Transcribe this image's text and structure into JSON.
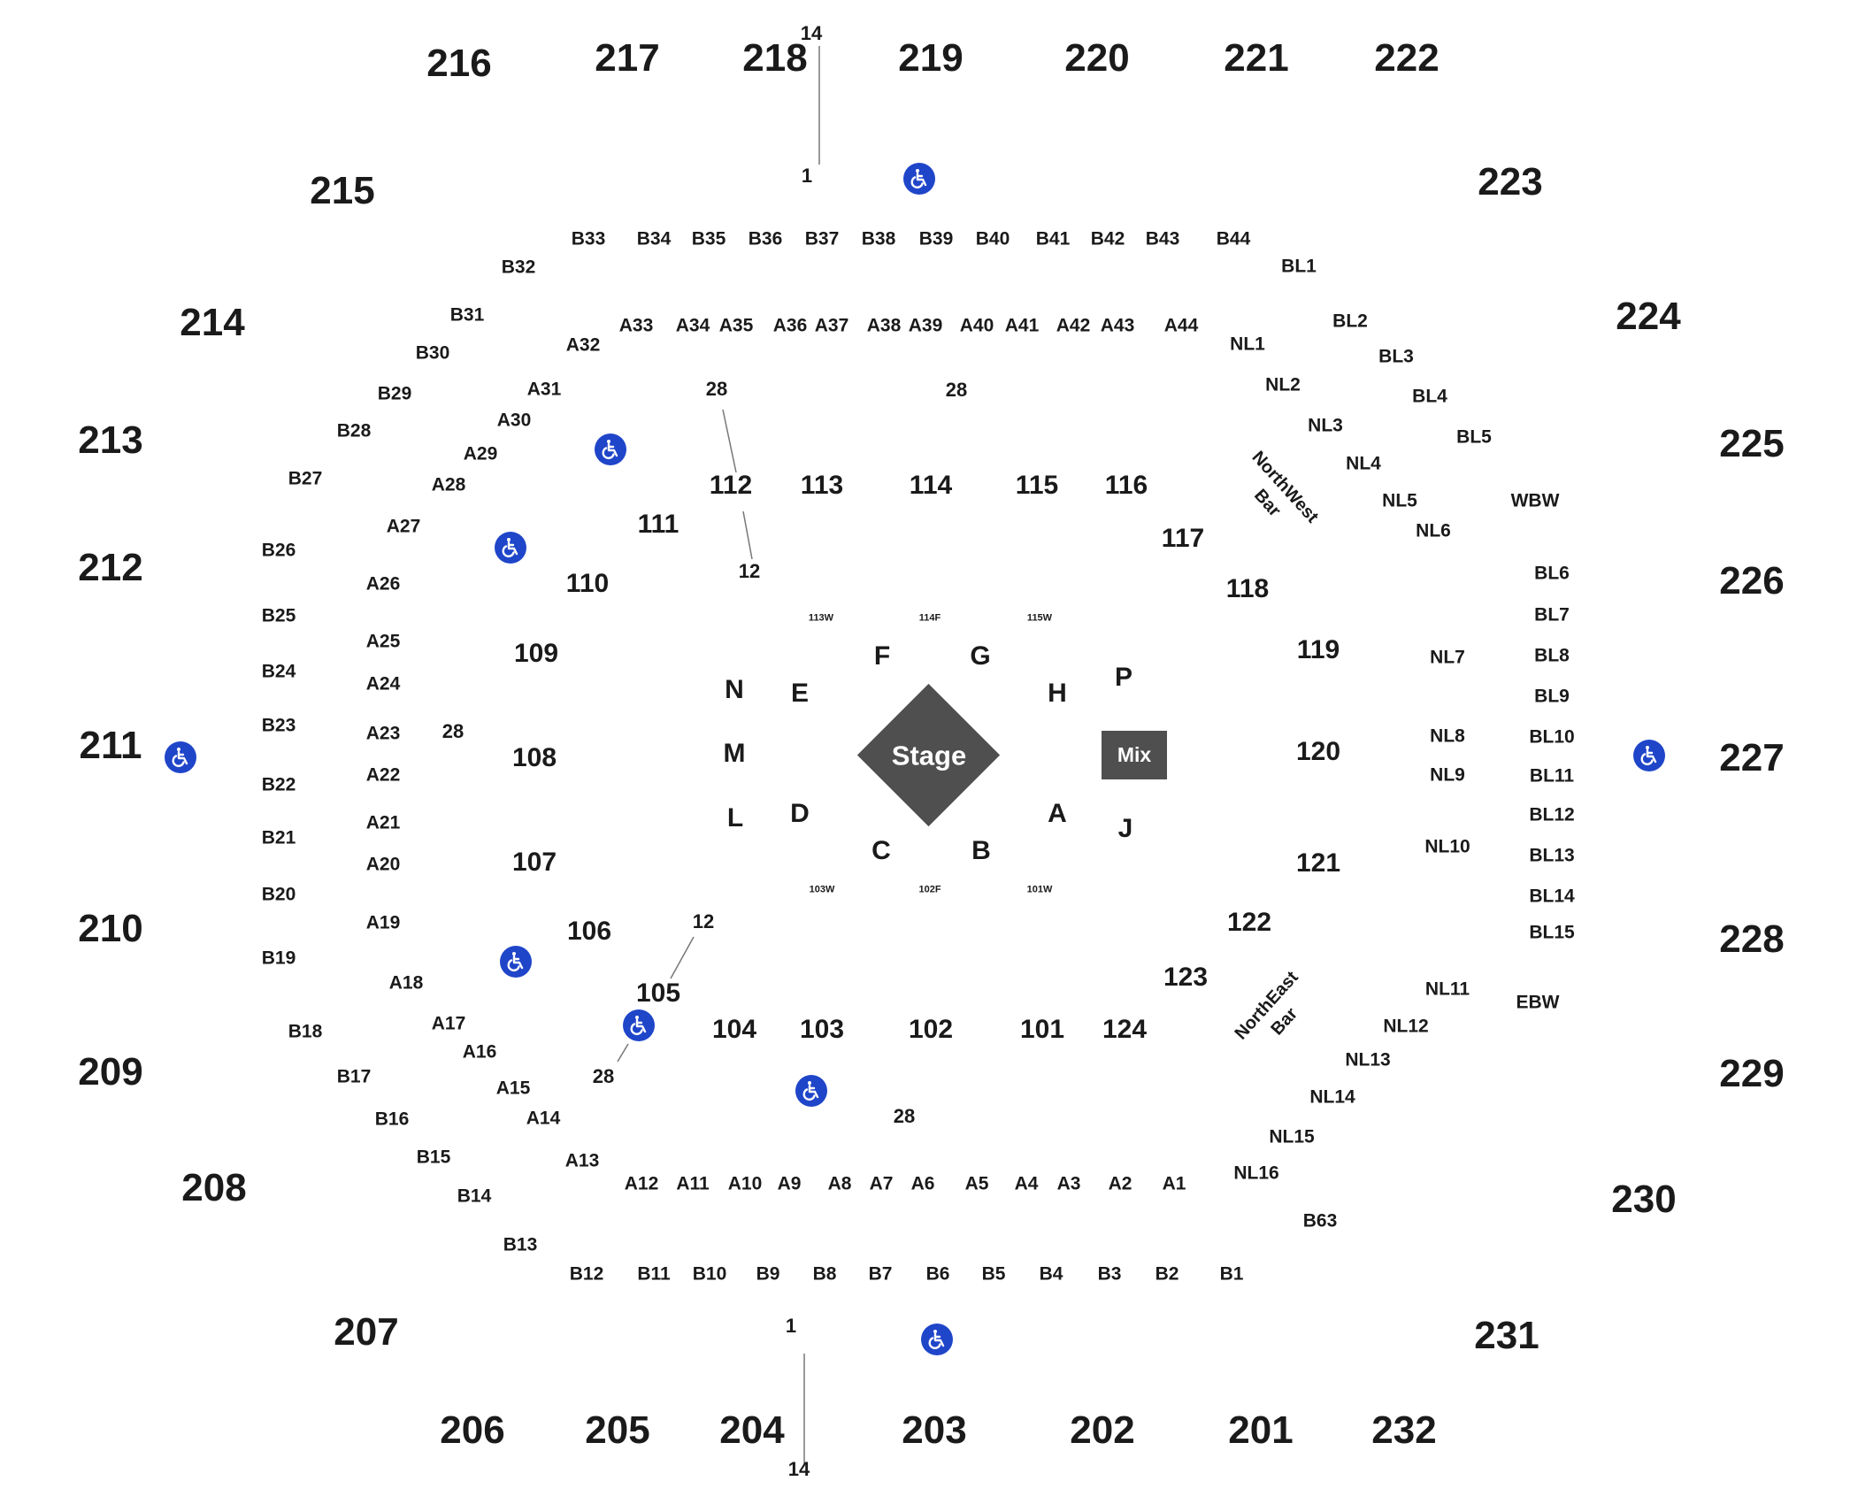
{
  "upper_sections": [
    "201",
    "202",
    "203",
    "204",
    "205",
    "206",
    "207",
    "208",
    "209",
    "210",
    "211",
    "212",
    "213",
    "214",
    "215",
    "216",
    "217",
    "218",
    "219",
    "220",
    "221",
    "222",
    "223",
    "224",
    "225",
    "226",
    "227",
    "228",
    "229",
    "230",
    "231",
    "232"
  ],
  "lower_sections": [
    "101",
    "102",
    "103",
    "104",
    "105",
    "106",
    "107",
    "108",
    "109",
    "110",
    "111",
    "112",
    "113",
    "114",
    "115",
    "116",
    "117",
    "118",
    "119",
    "120",
    "121",
    "122",
    "123",
    "124"
  ],
  "floor_sections": [
    "A",
    "B",
    "C",
    "D",
    "E",
    "F",
    "G",
    "H",
    "J",
    "L",
    "M",
    "N",
    "P"
  ],
  "floor_tiny": [
    "113W",
    "114F",
    "115W",
    "103W",
    "102F",
    "101W"
  ],
  "rows_b": [
    "B1",
    "B2",
    "B3",
    "B4",
    "B5",
    "B6",
    "B7",
    "B8",
    "B9",
    "B10",
    "B11",
    "B12",
    "B13",
    "B14",
    "B15",
    "B16",
    "B17",
    "B18",
    "B19",
    "B20",
    "B21",
    "B22",
    "B23",
    "B24",
    "B25",
    "B26",
    "B27",
    "B28",
    "B29",
    "B30",
    "B31",
    "B32",
    "B33",
    "B34",
    "B35",
    "B36",
    "B37",
    "B38",
    "B39",
    "B40",
    "B41",
    "B42",
    "B43",
    "B44",
    "B63"
  ],
  "rows_a": [
    "A1",
    "A2",
    "A3",
    "A4",
    "A5",
    "A6",
    "A7",
    "A8",
    "A9",
    "A10",
    "A11",
    "A12",
    "A13",
    "A14",
    "A15",
    "A16",
    "A17",
    "A18",
    "A19",
    "A20",
    "A21",
    "A22",
    "A23",
    "A24",
    "A25",
    "A26",
    "A27",
    "A28",
    "A29",
    "A30",
    "A31",
    "A32",
    "A33",
    "A34",
    "A35",
    "A36",
    "A37",
    "A38",
    "A39",
    "A40",
    "A41",
    "A42",
    "A43",
    "A44"
  ],
  "rows_nl": [
    "NL1",
    "NL2",
    "NL3",
    "NL4",
    "NL5",
    "NL6",
    "NL7",
    "NL8",
    "NL9",
    "NL10",
    "NL11",
    "NL12",
    "NL13",
    "NL14",
    "NL15",
    "NL16"
  ],
  "rows_bl": [
    "BL1",
    "BL2",
    "BL3",
    "BL4",
    "BL5",
    "BL6",
    "BL7",
    "BL8",
    "BL9",
    "BL10",
    "BL11",
    "BL12",
    "BL13",
    "BL14",
    "BL15"
  ],
  "other_areas": [
    "WBW",
    "EBW"
  ],
  "row_numbers": [
    "14",
    "1",
    "28",
    "28",
    "12",
    "28",
    "12",
    "28",
    "28",
    "1",
    "14"
  ],
  "bars": {
    "northwest": [
      "NorthWest",
      "Bar"
    ],
    "northeast": [
      "NorthEast",
      "Bar"
    ]
  },
  "stage_label": "Stage",
  "mix_label": "Mix",
  "accessible_icon": "wheelchair-icon",
  "colors": {
    "stage": "#4f4f4f",
    "accessible": "#1f45c9"
  }
}
